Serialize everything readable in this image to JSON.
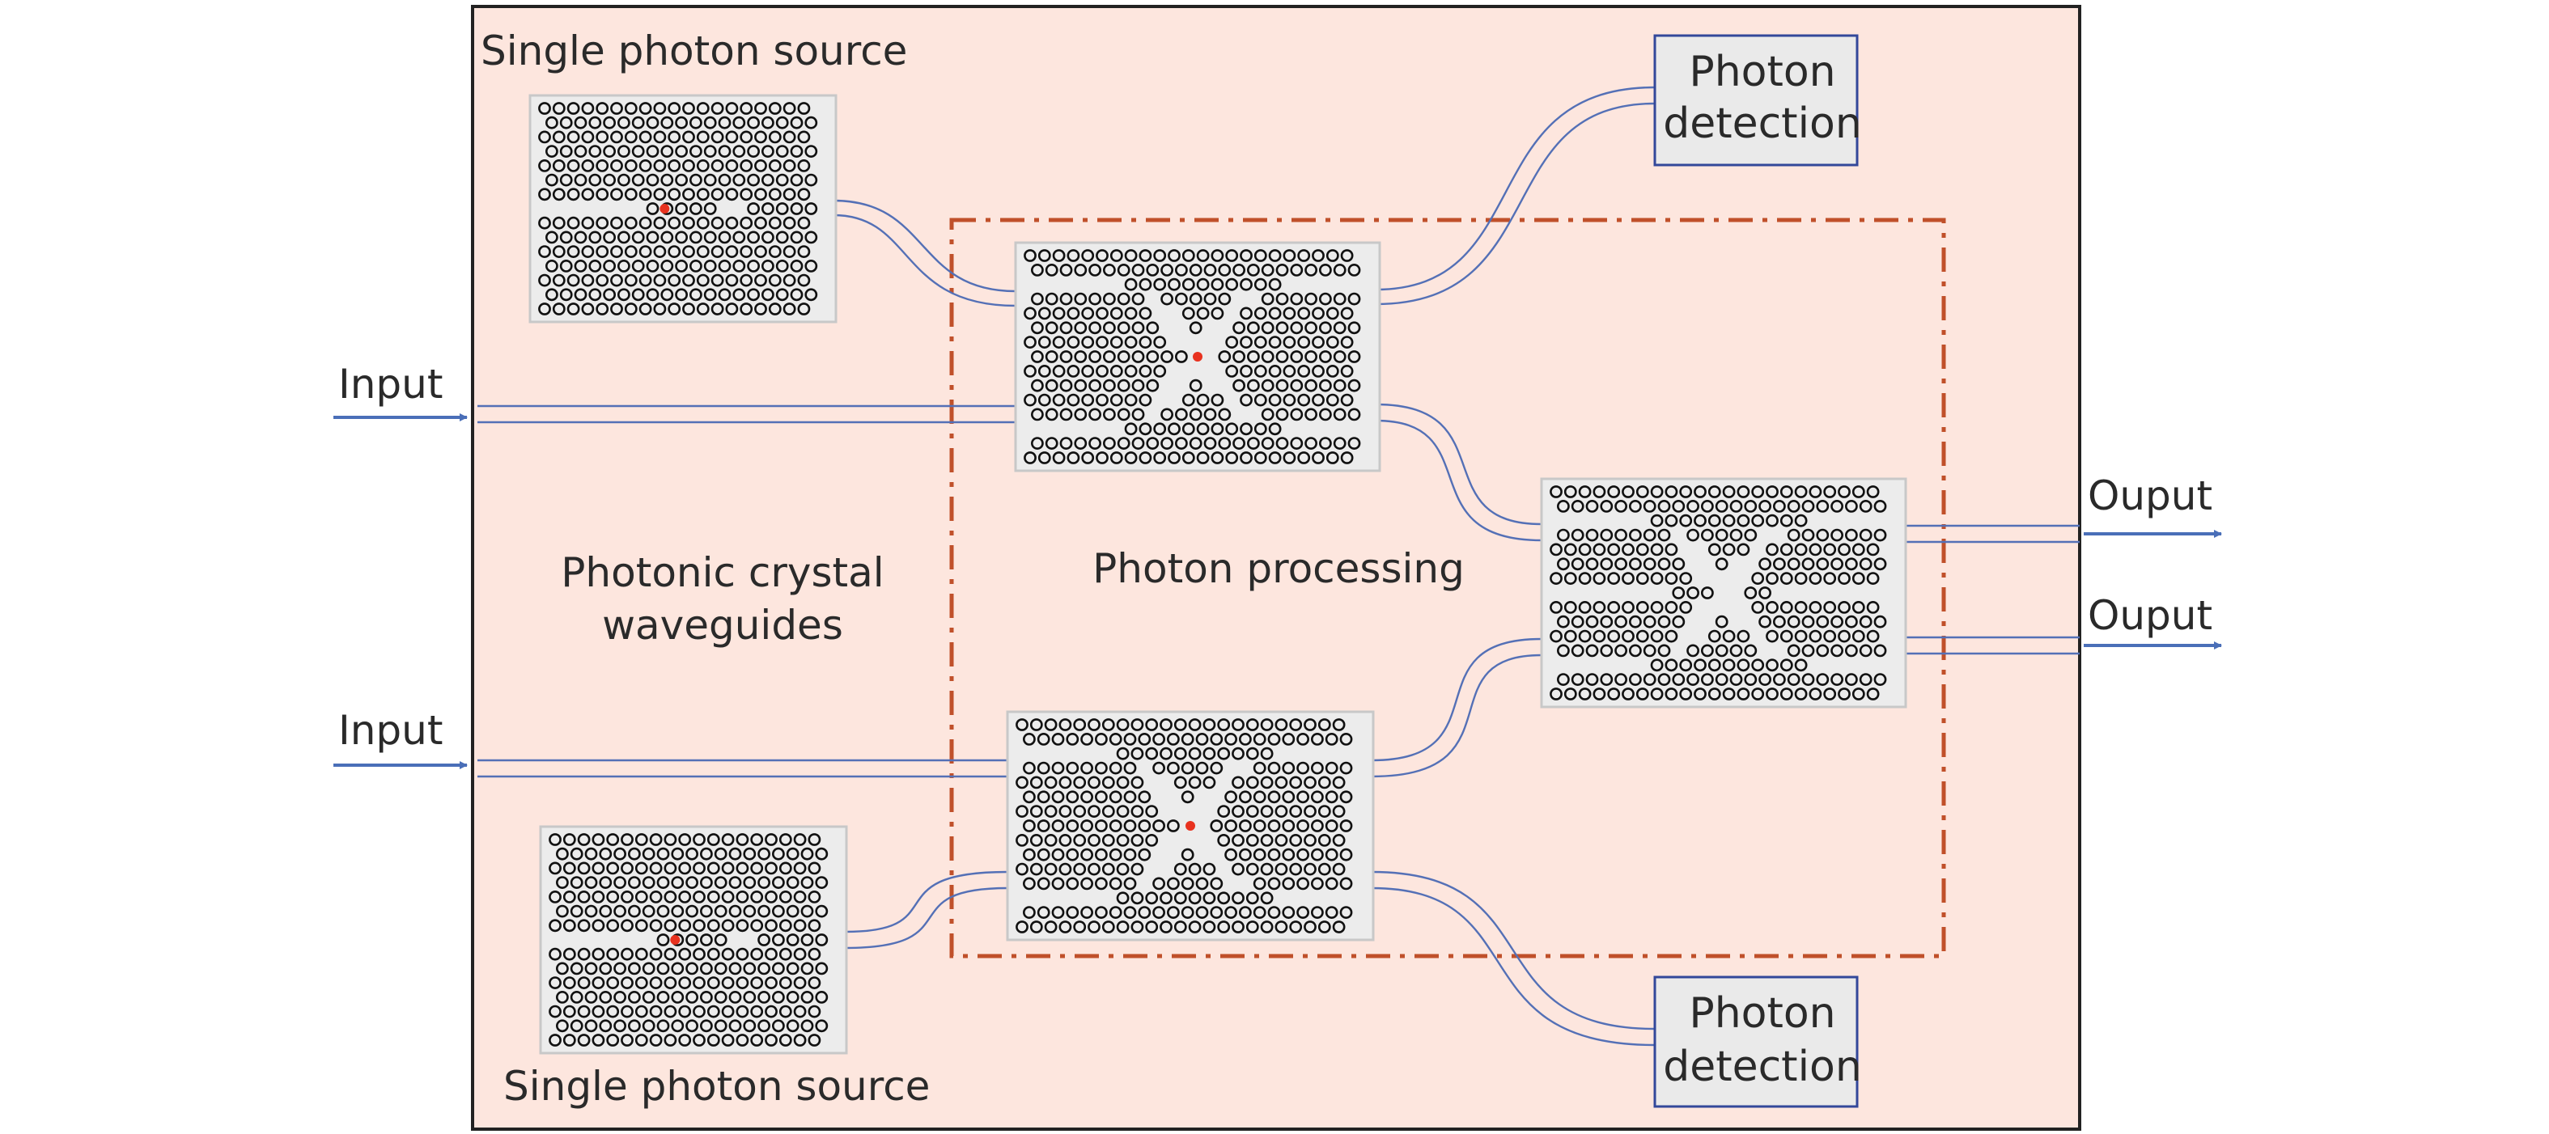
{
  "labels": {
    "source_top": "Single photon source",
    "source_bottom": "Single photon source",
    "input_top": "Input",
    "input_bottom": "Input",
    "output_top": "Ouput",
    "output_bottom": "Ouput",
    "waveguides_line1": "Photonic crystal",
    "waveguides_line2": "waveguides",
    "processing": "Photon processing",
    "detection_top_line1": "Photon",
    "detection_top_line2": "detection",
    "detection_bottom_line1": "Photon",
    "detection_bottom_line2": "detection"
  },
  "colors": {
    "substrate": "#fde6de",
    "waveguide": "#5470b6",
    "arrow": "#4a6fb8",
    "processing_border": "#c0502a",
    "quantum_dot": "#e8321f",
    "chip": "#ececec"
  }
}
